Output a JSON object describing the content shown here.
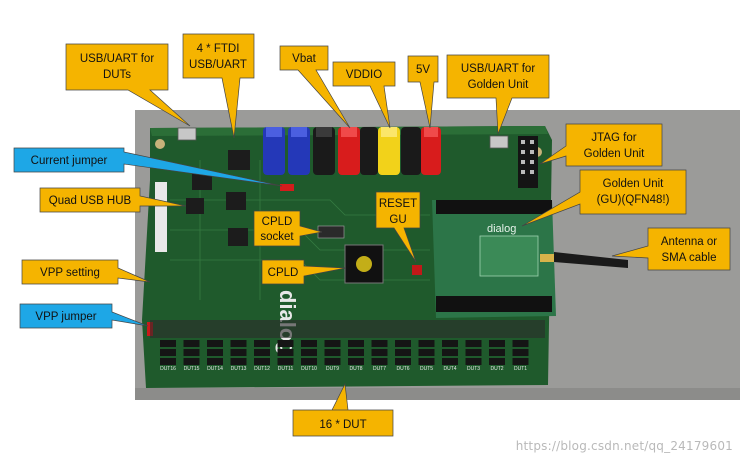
{
  "colors": {
    "callout_orange": "#f5b400",
    "callout_blue": "#1ea7e6",
    "pcb_green": "#1f5a2c",
    "table_gray": "#9a9a9a",
    "banana_blue": "#2438b8",
    "banana_black": "#1a1a1a",
    "banana_red": "#d81c1c",
    "banana_yellow": "#f2d21a"
  },
  "callouts": {
    "usb_uart_duts": [
      "USB/UART for",
      "DUTs"
    ],
    "ftdi": [
      "4 * FTDI",
      "USB/UART"
    ],
    "vbat": [
      "Vbat"
    ],
    "vddio": [
      "VDDIO"
    ],
    "five_v": [
      "5V"
    ],
    "usb_uart_golden": [
      "USB/UART for",
      "Golden Unit"
    ],
    "current_jumper": [
      "Current jumper"
    ],
    "jtag_golden": [
      "JTAG for",
      "Golden Unit"
    ],
    "quad_usb_hub": [
      "Quad USB HUB"
    ],
    "golden_unit": [
      "Golden Unit",
      "(GU)(QFN48!)"
    ],
    "cpld_socket": [
      "CPLD",
      "socket"
    ],
    "reset_gu": [
      "RESET",
      "GU"
    ],
    "antenna": [
      "Antenna or",
      "SMA cable"
    ],
    "vpp_setting": [
      "VPP setting"
    ],
    "cpld": [
      "CPLD"
    ],
    "vpp_jumper": [
      "VPP jumper"
    ],
    "dut16": [
      "16 * DUT"
    ]
  },
  "board": {
    "logo_text": "dialog",
    "daughter_logo_text": "dialog",
    "dut_labels": [
      "DUT16",
      "DUT15",
      "DUT14",
      "DUT13",
      "DUT12",
      "DUT11",
      "DUT10",
      "DUT9",
      "DUT8",
      "DUT7",
      "DUT6",
      "DUT5",
      "DUT4",
      "DUT3",
      "DUT2",
      "DUT1"
    ]
  },
  "watermark": "https://blog.csdn.net/qq_24179601"
}
